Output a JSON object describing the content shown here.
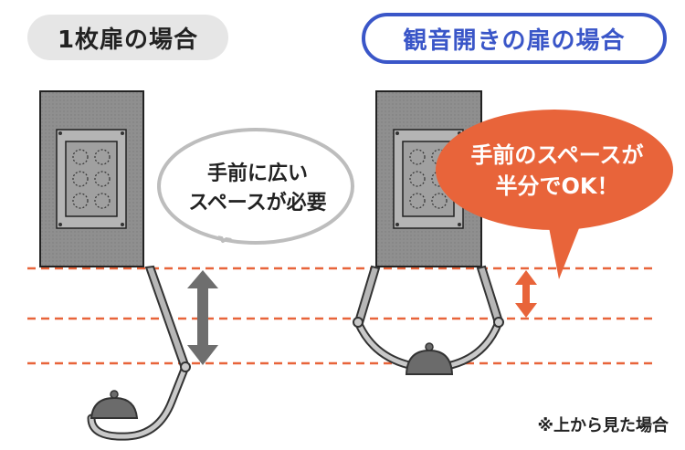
{
  "labels": {
    "single_door": "1枚扉の場合",
    "double_door": "観音開きの扉の場合",
    "bubble_left_line1": "手前に広い",
    "bubble_left_line2": "スペースが必要",
    "bubble_right_line1": "手前のスペースが",
    "bubble_right_line2": "半分でOK！",
    "footnote": "※上から見た場合"
  },
  "colors": {
    "guide_dashed": "#e8643a",
    "accent_orange": "#e8643a",
    "callout_fill": "#e8643a",
    "title_blue": "#3a56c8",
    "cabinet": "#9a9a9a",
    "arrow_grey": "#6e6e6e",
    "door_grey": "#b7b7b7"
  }
}
